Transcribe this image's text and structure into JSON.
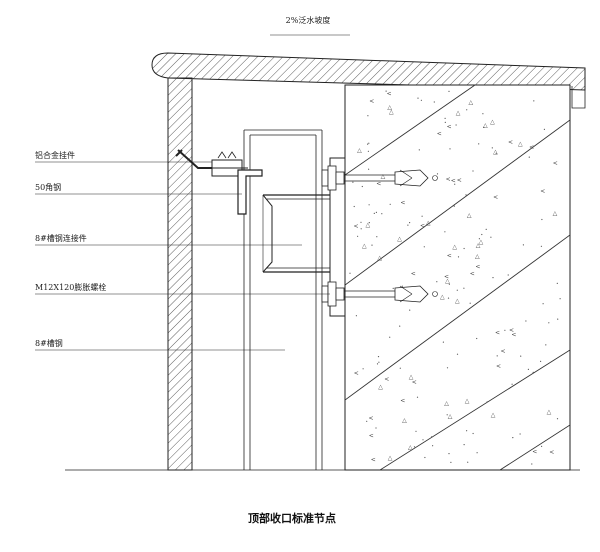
{
  "drawing": {
    "slope_note": "2%泛水坡度",
    "title": "顶部收口标准节点",
    "callouts": [
      {
        "id": "aluminum-hanger",
        "text": "铝合金挂件"
      },
      {
        "id": "angle-steel-50",
        "text": "50角钢"
      },
      {
        "id": "channel-connector-8",
        "text": "8#槽钢连接件"
      },
      {
        "id": "expansion-bolt",
        "text": "M12X120膨胀螺栓"
      },
      {
        "id": "channel-steel-8",
        "text": "8#槽钢"
      }
    ],
    "concrete_marks": [
      "△",
      "<",
      "△",
      "<",
      "△",
      "<"
    ]
  }
}
